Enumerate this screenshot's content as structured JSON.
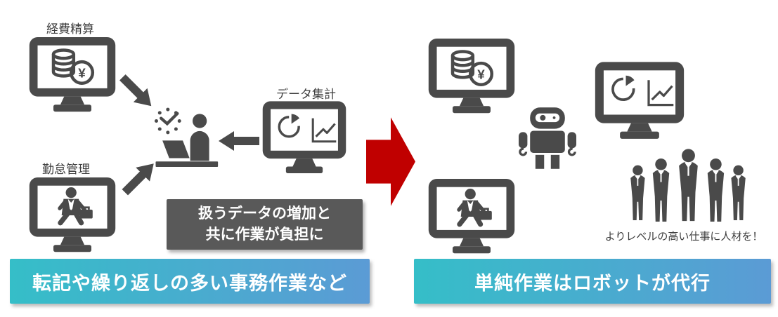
{
  "before": {
    "monitors": [
      {
        "label": "経費精算"
      },
      {
        "label": "勤怠管理"
      },
      {
        "label": "データ集計"
      }
    ],
    "burden_note": {
      "line1": "扱うデータの増加と",
      "line2": "共に作業が負担に"
    },
    "banner": "転記や繰り返しの多い事務作業など"
  },
  "after": {
    "note": "よりレベルの高い仕事に人材を！",
    "banner": "単純作業はロボットが代行"
  },
  "icons": {
    "coins_yen": "coins-yen-icon",
    "yen_glyph": "¥",
    "businessman": "businessman-briefcase-icon",
    "charts": "pie-line-chart-icon",
    "worker": "worker-at-desk-with-clock-icon",
    "robot": "robot-icon",
    "people": "people-group-icon",
    "small_arrow": "arrow-icon",
    "transition_arrow": "big-right-arrow-icon"
  },
  "colors": {
    "icon_gray": "#4a4a4a",
    "note_box_bg": "#595959",
    "banner_start": "#35bec8",
    "banner_end": "#5b9bd5",
    "arrow_red": "#c00000",
    "label_text": "#3f3f3f",
    "banner_text": "#ffffff"
  }
}
